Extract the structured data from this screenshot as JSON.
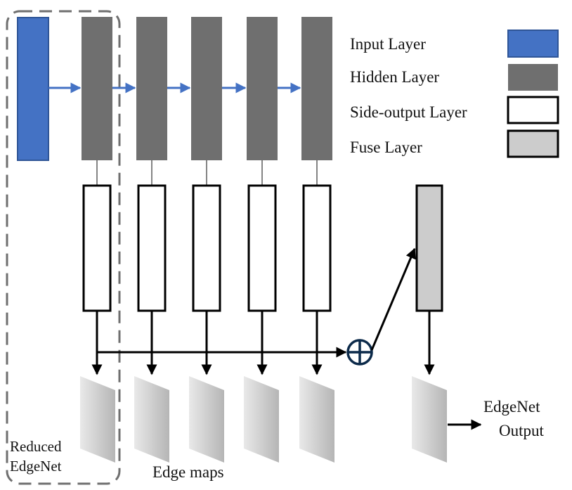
{
  "colors": {
    "input_fill": "#4472c4",
    "input_stroke": "#2f5597",
    "hidden_fill": "#6f6f6f",
    "side_output_fill": "#ffffff",
    "fuse_fill": "#cccccc",
    "edge_map_light": "#e6e6e6",
    "edge_map_dark": "#b8b8b8",
    "arrow_blue": "#4472c4",
    "stroke_dark": "#000000",
    "plus_circle": "#0c2a4a",
    "dashed_border": "#6f6f6f"
  },
  "legend": {
    "input": "Input Layer",
    "hidden": "Hidden Layer",
    "side_output": "Side-output Layer",
    "fuse": "Fuse Layer"
  },
  "labels": {
    "reduced_line1": "Reduced",
    "reduced_line2": "EdgeNet",
    "edge_maps": "Edge maps",
    "output_line1": "EdgeNet",
    "output_line2": "Output"
  },
  "icons": {
    "sum_node": "circle-plus-icon"
  }
}
